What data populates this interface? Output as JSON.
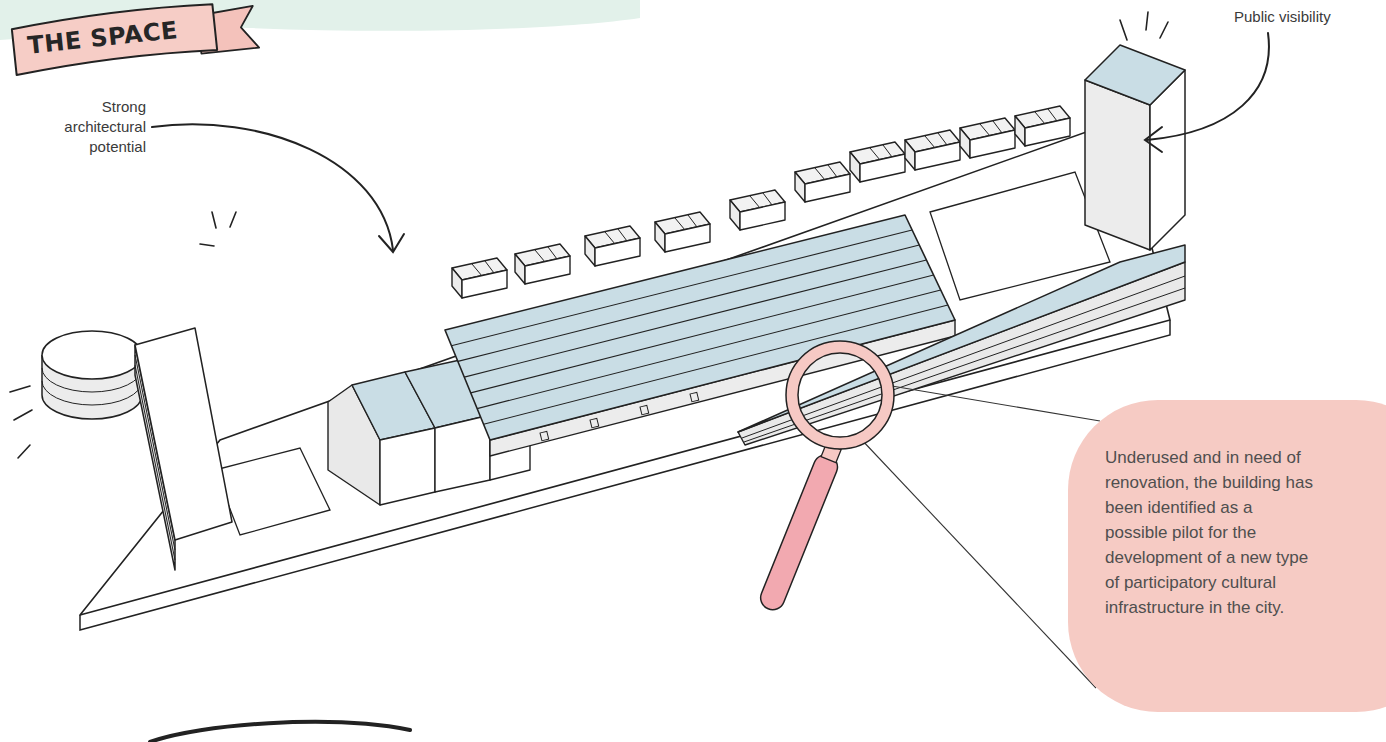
{
  "diagram": {
    "title": "THE SPACE",
    "nodes": [
      {
        "text": [
          "Underused and in need of renovation, the building has been identified as a possible pilot for the development of a new type of participatory cultural infrastructure in the city."
        ]
      }
    ],
    "labels": [
      "Strong architectural potential",
      "Public visibility"
    ]
  }
}
